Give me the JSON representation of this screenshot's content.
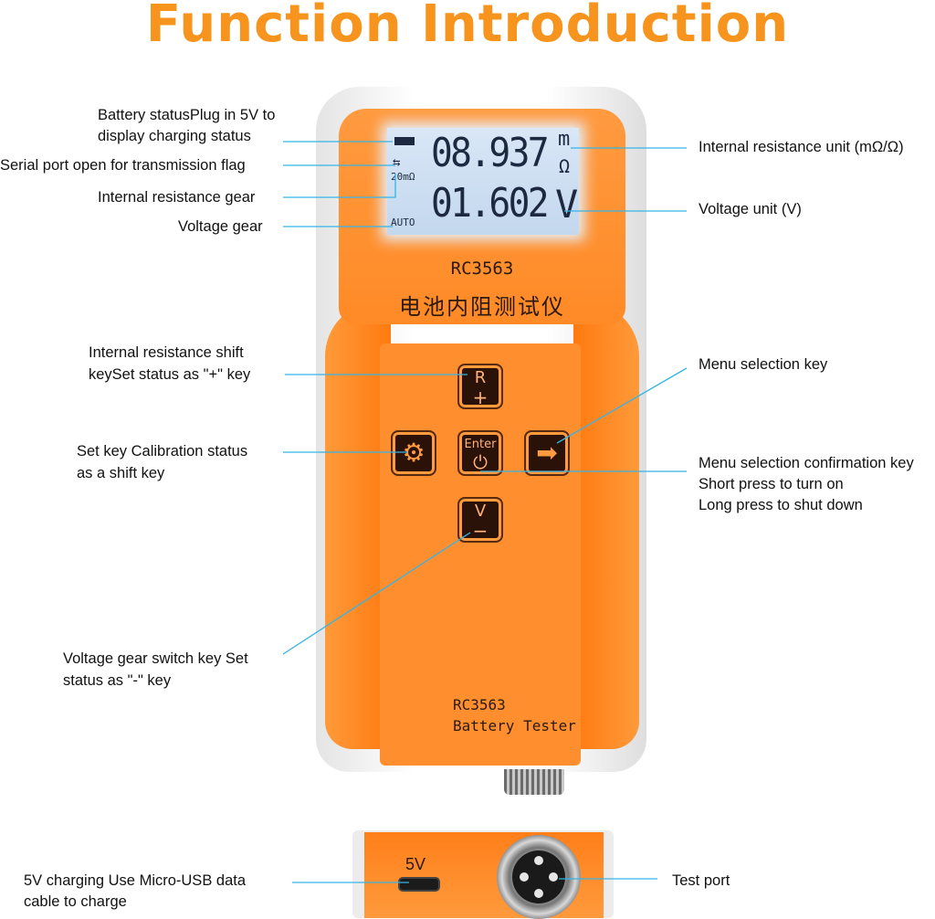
{
  "title": "Function Introduction",
  "labels": {
    "battery_status_1": "Battery statusPlug in 5V to",
    "battery_status_2": "display charging status",
    "serial_port": "Serial port open for transmission flag",
    "ir_gear": "Internal resistance gear",
    "voltage_gear": "Voltage gear",
    "ir_unit": "Internal resistance unit (mΩ/Ω)",
    "voltage_unit": "Voltage unit (V)",
    "ir_shift_1": "Internal resistance shift",
    "ir_shift_2": "keySet status as \"+\" key",
    "menu_selection": "Menu selection key",
    "set_key_1": "Set key Calibration status",
    "set_key_2": "as a shift key",
    "menu_confirm_1": "Menu selection confirmation key",
    "menu_confirm_2": "Short press to turn on",
    "menu_confirm_3": "Long press to shut down",
    "voltage_switch_1": "Voltage gear switch key Set",
    "voltage_switch_2": "status as \"-\" key",
    "charging_1": "5V charging Use Micro-USB data",
    "charging_2": "cable to charge",
    "test_port": "Test port"
  },
  "device": {
    "lcd": {
      "resistance": "08.937",
      "resistance_unit_top": "m",
      "resistance_unit_bottom": "Ω",
      "voltage": "01.602",
      "voltage_unit": "V",
      "gear": "20mΩ",
      "mode": "AUTO",
      "usb_symbol": "⇆"
    },
    "model_top": "RC3563",
    "chinese_name": "电池内阻测试仪",
    "keys": {
      "r_top": "R",
      "r_bottom": "+",
      "enter_top": "Enter",
      "enter_bottom": "⏻",
      "v_top": "V",
      "v_bottom": "−",
      "set_symbol": "⚙",
      "arrow_symbol": "➡"
    },
    "model_bottom_1": "RC3563",
    "model_bottom_2": "Battery Tester",
    "port_label": "5V"
  },
  "colors": {
    "title": "#f7941d",
    "leader_line": "#35b4e6",
    "device_orange": "#ff8c24"
  }
}
